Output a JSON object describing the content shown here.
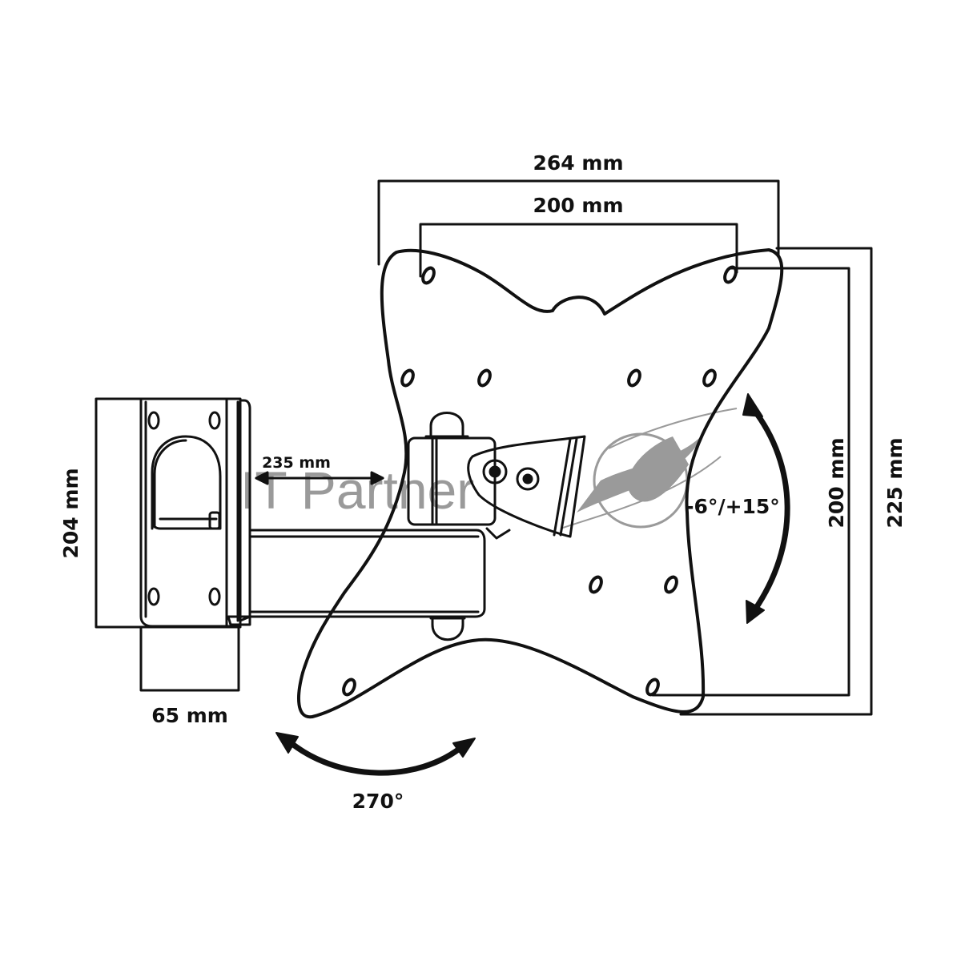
{
  "diagram": {
    "subject": "Wall mount bracket with VESA plate",
    "dimensions": {
      "overall_width": "264 mm",
      "vesa_horizontal": "200 mm",
      "vesa_vertical": "200 mm",
      "overall_height": "225 mm",
      "wall_plate_height": "204 mm",
      "wall_plate_depth": "65 mm",
      "arm_extension": "235 mm"
    },
    "rotation": {
      "tilt": "-6°/+15°",
      "swivel": "270°"
    },
    "watermark": {
      "text": "IT Partner",
      "color": "#9a9a9a"
    },
    "colors": {
      "line": "#111111",
      "background": "#ffffff"
    }
  }
}
